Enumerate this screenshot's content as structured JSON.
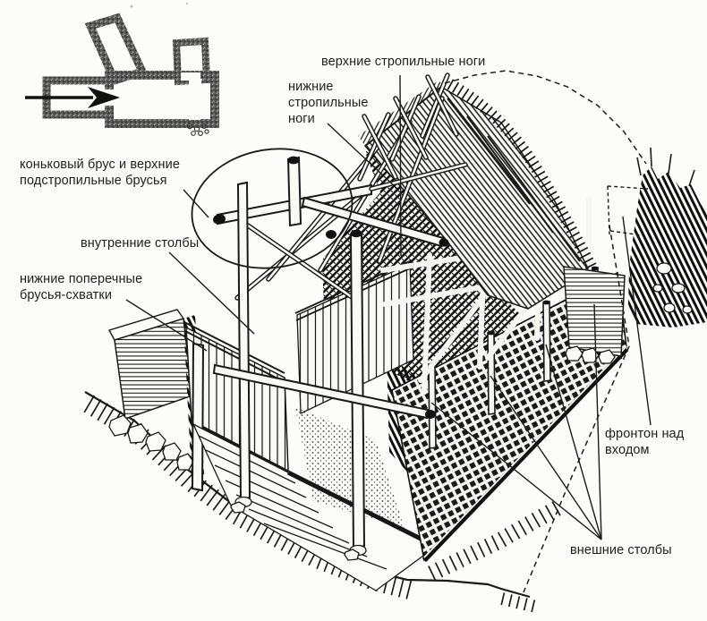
{
  "figure": {
    "type": "archaeological-reconstruction-diagram",
    "language": "ru",
    "labels": {
      "upper_rafters": "верхние стропильные ноги",
      "lower_rafters": "нижние стропильные ноги",
      "ridge_beam": "коньковый брус и верхние подстропильные брусья",
      "inner_posts": "внутренние столбы",
      "lower_ties": "нижние поперечные брусья-схватки",
      "pediment": "фронтон над входом",
      "outer_posts": "внешние столбы"
    },
    "colors": {
      "ink": "#1a1a1a",
      "paper": "#fcfcfa",
      "plan_wall_gray": "#565656"
    },
    "inset": {
      "description": "floor plan with entrance arrow",
      "icon": "entrance-arrow-icon"
    }
  }
}
